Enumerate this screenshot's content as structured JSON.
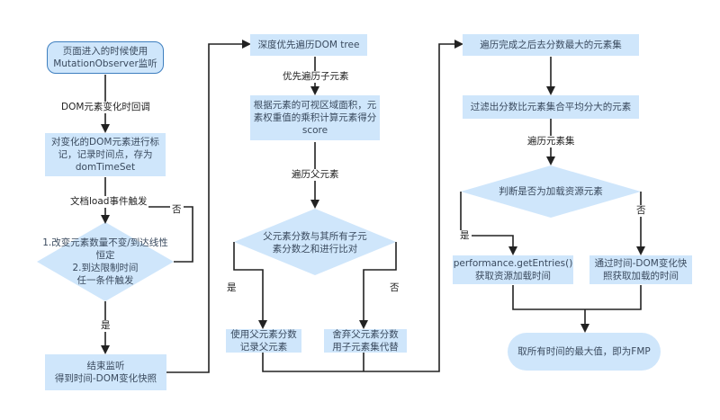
{
  "nodes": {
    "start": "页面进入的时候使用\nMutationObserver监听",
    "mark": "对变化的DOM元素进行标\n记，记录时间点，存为\ndomTimeSet",
    "check": "1.改变元素数量不变/到达线性\n恒定\n2.到达限制时间\n任一条件触发",
    "stop": "结束监听\n得到时间-DOM变化快照",
    "dfs": "深度优先遍历DOM tree",
    "area": "根据元素的可视区域面积，元\n素权重值的乘积计算元素得分\nscore",
    "compare": "父元素分数与其所有子元\n素分数之和进行比对",
    "use_parent": "使用父元素分数\n记录父元素",
    "use_children": "舍弃父元素分数\n用子元素集代替",
    "max_set": "遍历完成之后去分数最大的元素集",
    "filter": "过滤出分数比元素集合平均分大的元素",
    "is_resource": "判断是否为加载资源元素",
    "perf": "performance.getEntries()\n获取资源加载时间",
    "dom_time": "通过时间-DOM变化快\n照获取加载的时间",
    "fmp": "取所有时间的最大值，即为FMP"
  },
  "edge_labels": {
    "dom_change_callback": "DOM元素变化时回调",
    "load_event": "文档load事件触发",
    "no_1": "否",
    "yes_1": "是",
    "traverse_children": "优先遍历子元素",
    "traverse_parent": "遍历父元素",
    "yes_2": "是",
    "no_2": "否",
    "traverse_set": "遍历元素集",
    "yes_3": "是",
    "no_3": "否"
  },
  "colors": {
    "node_fill": "#cfe6fb",
    "node_border": "#3e7fbf",
    "line": "#222222",
    "text": "#3a4a5e"
  }
}
